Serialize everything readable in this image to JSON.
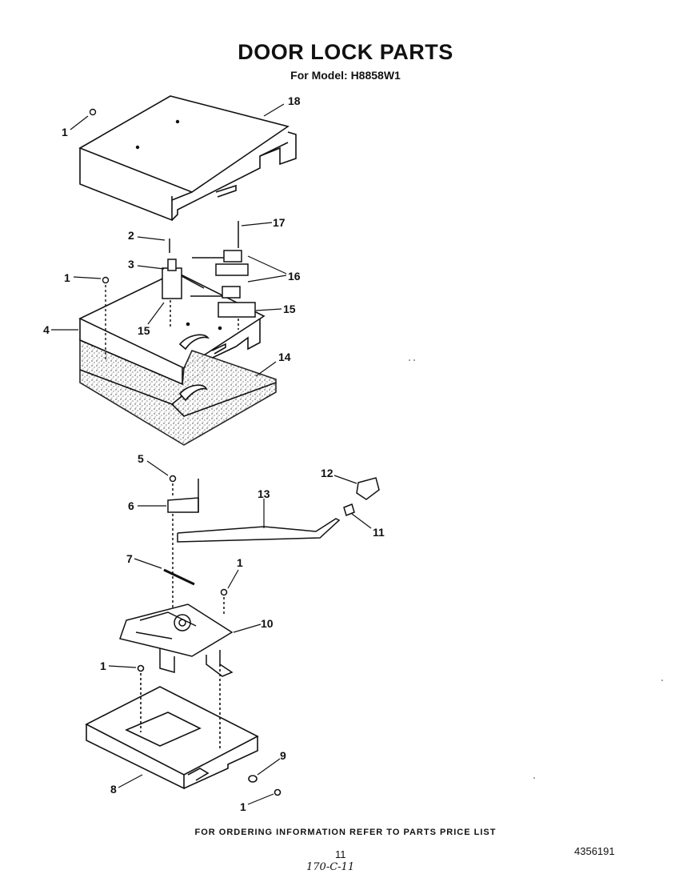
{
  "title": "DOOR LOCK PARTS",
  "subtitle": "For Model: H8858W1",
  "footer": "FOR ORDERING INFORMATION REFER TO PARTS PRICE LIST",
  "page_number": "11",
  "document_number": "4356191",
  "handwritten_note": "170-C-11",
  "callouts": [
    "1",
    "18",
    "17",
    "2",
    "3",
    "16",
    "1",
    "15",
    "4",
    "15",
    "14",
    "5",
    "12",
    "6",
    "13",
    "11",
    "7",
    "1",
    "10",
    "1",
    "9",
    "8",
    "1"
  ]
}
